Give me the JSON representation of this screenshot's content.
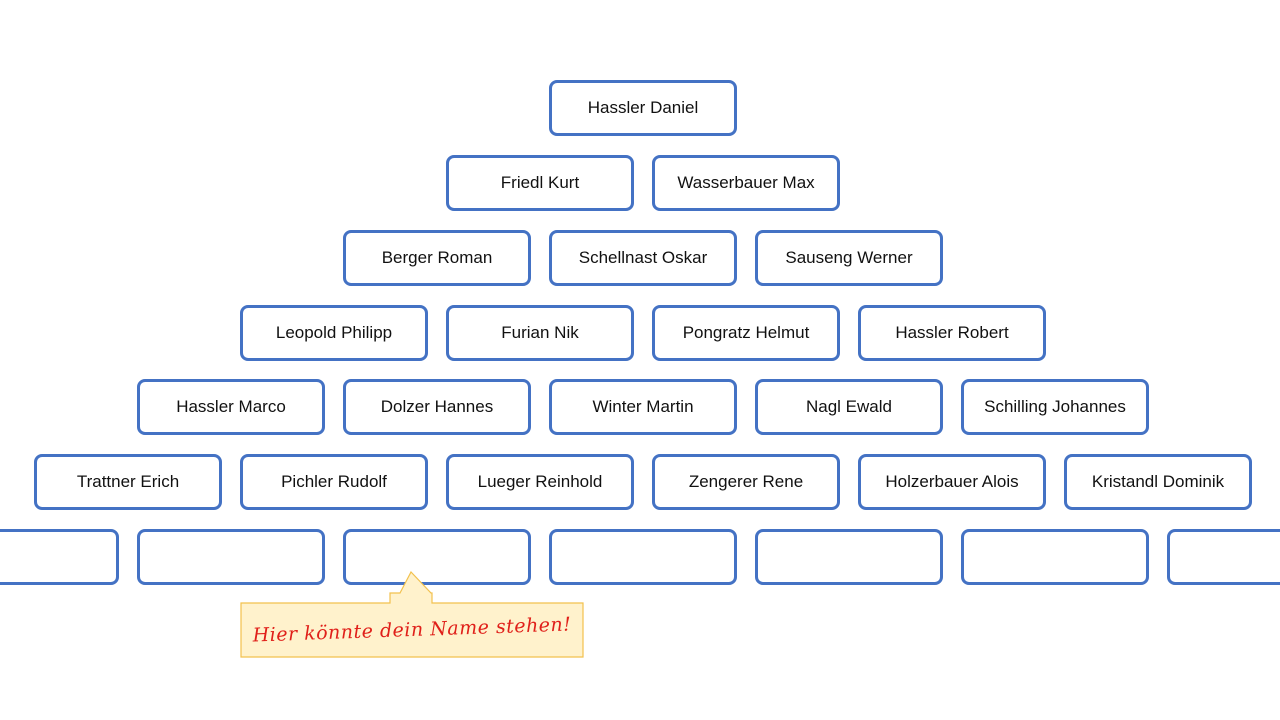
{
  "pyramid": {
    "rows": [
      [
        "Hassler Daniel"
      ],
      [
        "Friedl Kurt",
        "Wasserbauer Max"
      ],
      [
        "Berger Roman",
        "Schellnast Oskar",
        "Sauseng Werner"
      ],
      [
        "Leopold Philipp",
        "Furian Nik",
        "Pongratz Helmut",
        "Hassler Robert"
      ],
      [
        "Hassler Marco",
        "Dolzer Hannes",
        "Winter Martin",
        "Nagl Ewald",
        "Schilling Johannes"
      ],
      [
        "Trattner Erich",
        "Pichler Rudolf",
        "Lueger Reinhold",
        "Zengerer Rene",
        "Holzerbauer Alois",
        "Kristandl Dominik"
      ],
      [
        "",
        "",
        "",
        "",
        "",
        "",
        ""
      ]
    ]
  },
  "callout": {
    "text": "Hier könnte dein Name stehen!",
    "fill": "#fff2cc",
    "border": "#f2c14e",
    "text_color": "#e0201a"
  },
  "colors": {
    "box_border": "#4472c4",
    "box_fill": "#ffffff"
  }
}
